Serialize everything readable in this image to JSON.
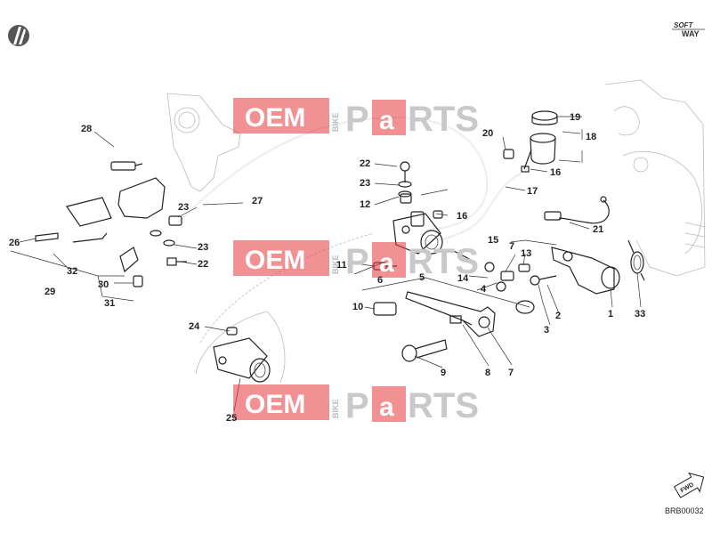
{
  "watermark": {
    "oem": "OEM",
    "bike": "BIKE",
    "parts_p": "P",
    "parts_a": "a",
    "parts_rts": "RTS",
    "colors": {
      "red": "#e8373c",
      "gray": "#c9c9c9"
    }
  },
  "brand": {
    "line1": "SOFT",
    "line2": "WAY"
  },
  "fwd_label": "FWD",
  "diagram_code": "BRB00032",
  "callouts": {
    "c1": "1",
    "c2": "2",
    "c3": "3",
    "c4": "4",
    "c5": "5",
    "c6": "6",
    "c7a": "7",
    "c7b": "7",
    "c8": "8",
    "c9": "9",
    "c10": "10",
    "c11": "11",
    "c12": "12",
    "c13": "13",
    "c14": "14",
    "c15": "15",
    "c16a": "16",
    "c16b": "16",
    "c17": "17",
    "c18": "18",
    "c19": "19",
    "c20": "20",
    "c21": "21",
    "c22a": "22",
    "c22b": "22",
    "c23a": "23",
    "c23b": "23",
    "c23c": "23",
    "c24": "24",
    "c25": "25",
    "c26": "26",
    "c27": "27",
    "c28": "28",
    "c29": "29",
    "c30": "30",
    "c31": "31",
    "c32": "32",
    "c33": "33"
  },
  "icons": {
    "corner": "ducati-logo-icon",
    "fwd": "fwd-arrow-icon"
  }
}
